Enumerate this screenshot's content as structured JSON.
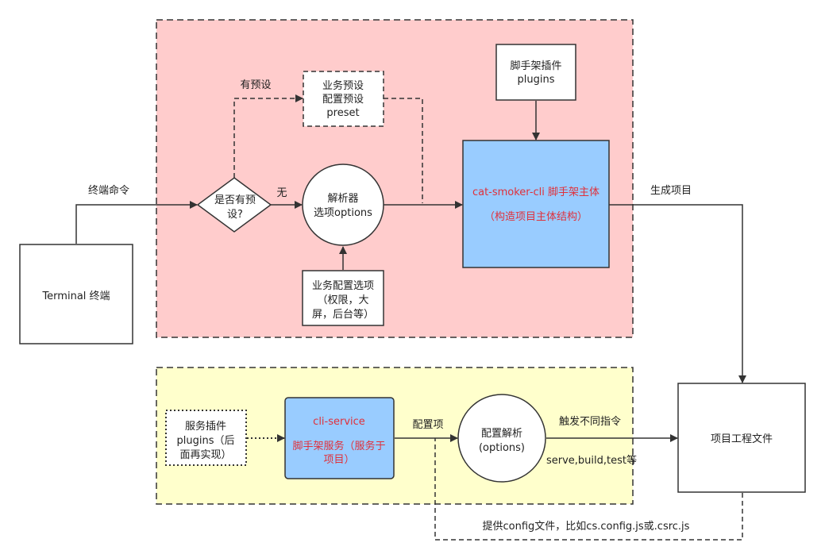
{
  "diagram": {
    "terminal": "Terminal 终端",
    "edge_terminal_cmd": "终端命令",
    "decision": [
      "是否有预",
      "设?"
    ],
    "edge_has_preset": "有预设",
    "edge_no": "无",
    "preset_box": [
      "业务预设",
      "配置预设",
      "preset"
    ],
    "parser": [
      "解析器",
      "选项options"
    ],
    "biz_options": [
      "业务配置选项",
      "（权限，大",
      "屏，后台等）"
    ],
    "plugins_box": [
      "脚手架插件",
      "plugins"
    ],
    "main_box": [
      "cat-smoker-cli 脚手架主体",
      "（构造项目主体结构）"
    ],
    "edge_generate": "生成项目",
    "project_files": "项目工程文件",
    "service_plugins": [
      "服务插件",
      "plugins（后",
      "面再实现）"
    ],
    "cli_service": [
      "cli-service",
      "脚手架服务（服务于",
      "项目）"
    ],
    "edge_config_item": "配置项",
    "config_parse": [
      "配置解析",
      "(options)"
    ],
    "edge_trigger": "触发不同指令",
    "edge_commands": "serve,build,test等",
    "edge_provide_config": "提供config文件，比如cs.config.js或.csrc.js"
  },
  "colors": {
    "top_region": "#ffcccc",
    "bottom_region": "#ffffcc",
    "blue_box": "#99ccff",
    "red_text": "#e0303a"
  }
}
